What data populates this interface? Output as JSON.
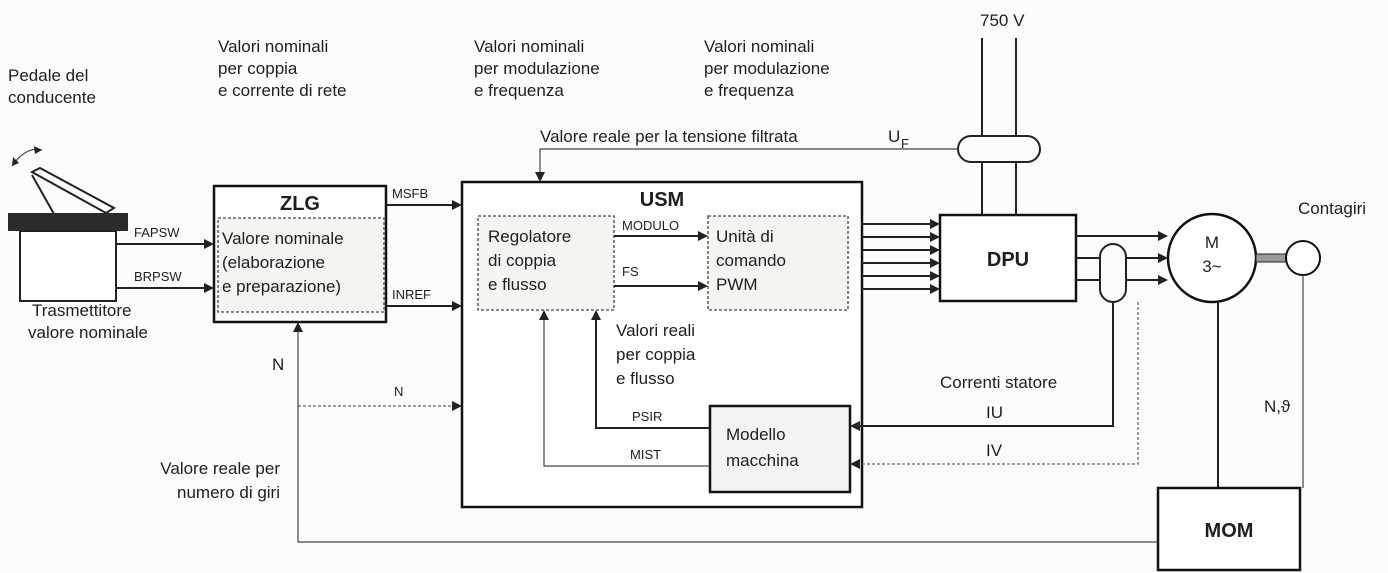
{
  "header": {
    "pedale": [
      "Pedale del",
      "conducente"
    ],
    "coppia": [
      "Valori nominali",
      "per coppia",
      "e corrente di rete"
    ],
    "modulazione1": [
      "Valori nominali",
      "per modulazione",
      "e frequenza"
    ],
    "modulazione2": [
      "Valori nominali",
      "per modulazione",
      "e frequenza"
    ],
    "voltage": "750 V"
  },
  "feedback": {
    "tensione": "Valore reale per la tensione filtrata",
    "uf_main": "U",
    "uf_sub": "F"
  },
  "blocks": {
    "zlg": "ZLG",
    "zlg_inner": [
      "Valore nominale",
      "(elaborazione",
      "e preparazione)"
    ],
    "usm": "USM",
    "regolatore": [
      "Regolatore",
      "di coppia",
      "e flusso"
    ],
    "pwm": [
      "Unità di",
      "comando",
      "PWM"
    ],
    "modello": [
      "Modello",
      "macchina"
    ],
    "dpu": "DPU",
    "motor": [
      "M",
      "3~"
    ],
    "mom": "MOM"
  },
  "signals": {
    "fapsw": "FAPSW",
    "brpsw": "BRPSW",
    "msfb": "MSFB",
    "inref": "INREF",
    "modulo": "MODULO",
    "fs": "FS",
    "n_left": "N",
    "n_mid": "N",
    "psir": "PSIR",
    "mist": "MIST",
    "iu": "IU",
    "iv": "IV",
    "n_theta": "N,ϑ"
  },
  "labels": {
    "trasmettitore": [
      "Trasmettitore",
      "valore nominale"
    ],
    "reali": [
      "Valori reali",
      "per coppia",
      "e flusso"
    ],
    "correnti": "Correnti statore",
    "giri": [
      "Valore reale per",
      "numero di giri"
    ],
    "contagiri": "Contagiri"
  }
}
